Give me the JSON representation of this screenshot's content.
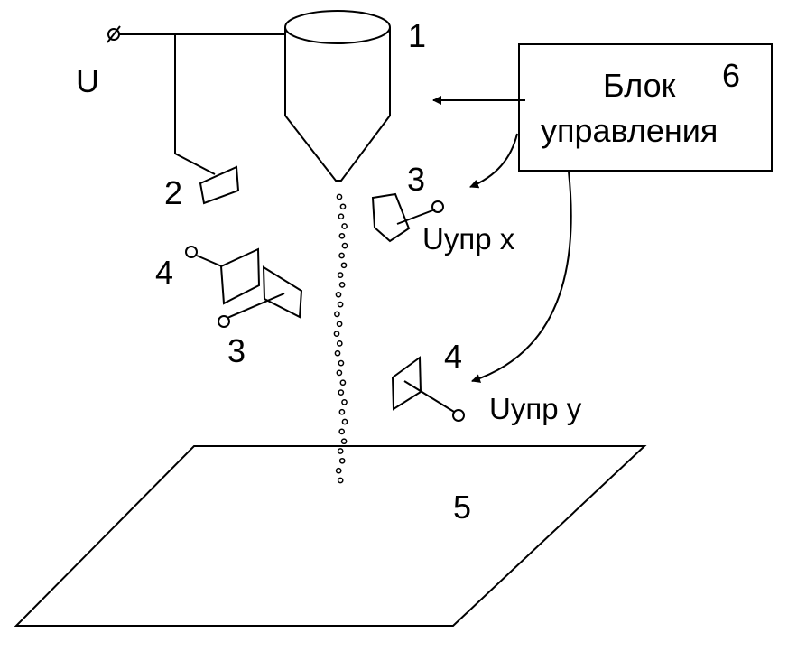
{
  "labels": {
    "voltage": "U",
    "nozzle_num": "1",
    "electrode_num": "2",
    "x_deflector_num": "3",
    "y_deflector_num": "4",
    "substrate_num": "5",
    "control_num": "6",
    "x_deflector_num_left": "3",
    "y_deflector_num_left": "4",
    "control_voltage_x": "Uупр x",
    "control_voltage_y": "Uупр y"
  },
  "control_block": {
    "line1": "Блок",
    "line2": "управления"
  }
}
